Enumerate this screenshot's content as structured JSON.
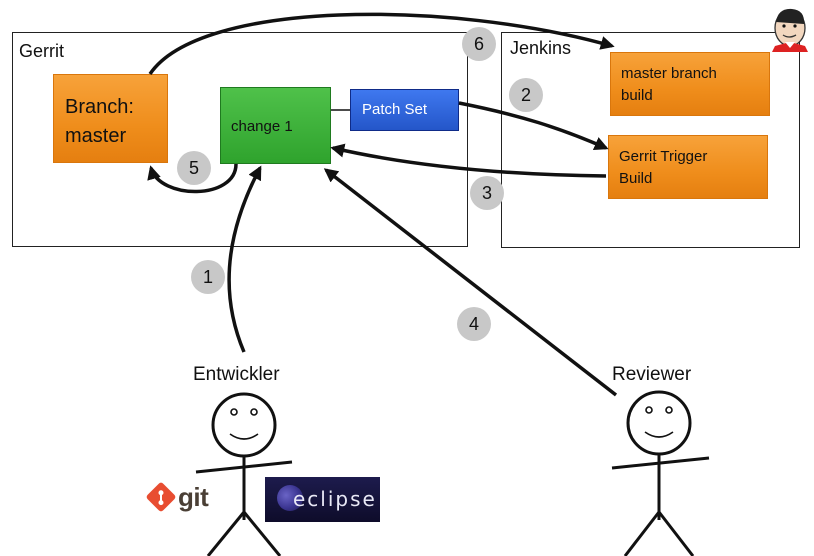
{
  "gerrit": {
    "title": "Gerrit",
    "branch_label": "Branch: master",
    "change_label": "change 1",
    "patchset_label": "Patch Set"
  },
  "jenkins": {
    "title": "Jenkins",
    "master_build_label": "master branch build",
    "trigger_build_label": "Gerrit Trigger Build"
  },
  "steps": [
    "1",
    "2",
    "3",
    "4",
    "5",
    "6"
  ],
  "people": {
    "developer": "Entwickler",
    "reviewer": "Reviewer"
  },
  "logos": {
    "git": "git",
    "eclipse": "eclipse"
  },
  "colors": {
    "orange": "#ef8d1b",
    "green": "#2fa32d",
    "blue": "#2456c9",
    "step_circle": "#c8c8c8"
  }
}
